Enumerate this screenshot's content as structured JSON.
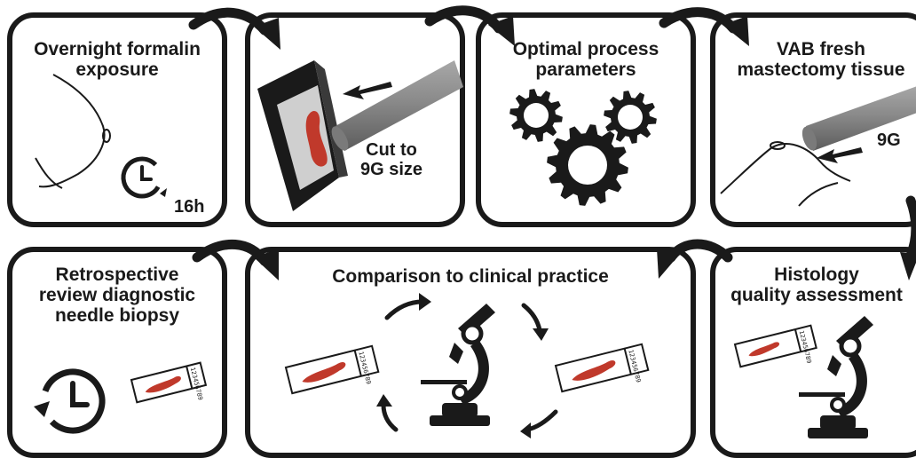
{
  "panels": [
    {
      "title_lines": [
        "Overnight formalin",
        "exposure"
      ],
      "time_label": "16h"
    },
    {
      "cut_label_lines": [
        "Cut to",
        "9G size"
      ]
    },
    {
      "title_lines": [
        "Optimal process",
        "parameters"
      ]
    },
    {
      "title_lines": [
        "VAB fresh",
        "mastectomy tissue"
      ],
      "needle_label": "9G"
    },
    {
      "title_lines": [
        "Retrospective",
        "review diagnostic",
        "needle biopsy"
      ]
    },
    {
      "title_lines": [
        "Comparison to clinical practice"
      ]
    },
    {
      "title_lines": [
        "Histology",
        "quality assessment"
      ]
    }
  ],
  "slide_code": "123456789",
  "colors": {
    "ink": "#1a1a1a",
    "tissue": "#c0392b",
    "needle": "#808080",
    "cassette_face": "#cfcfcf"
  },
  "icons": [
    "clock-icon",
    "gears-icon",
    "microscope-icon",
    "slide-icon",
    "cassette-icon",
    "needle-icon",
    "flow-arrow-icon",
    "cycle-arrow-icon"
  ]
}
